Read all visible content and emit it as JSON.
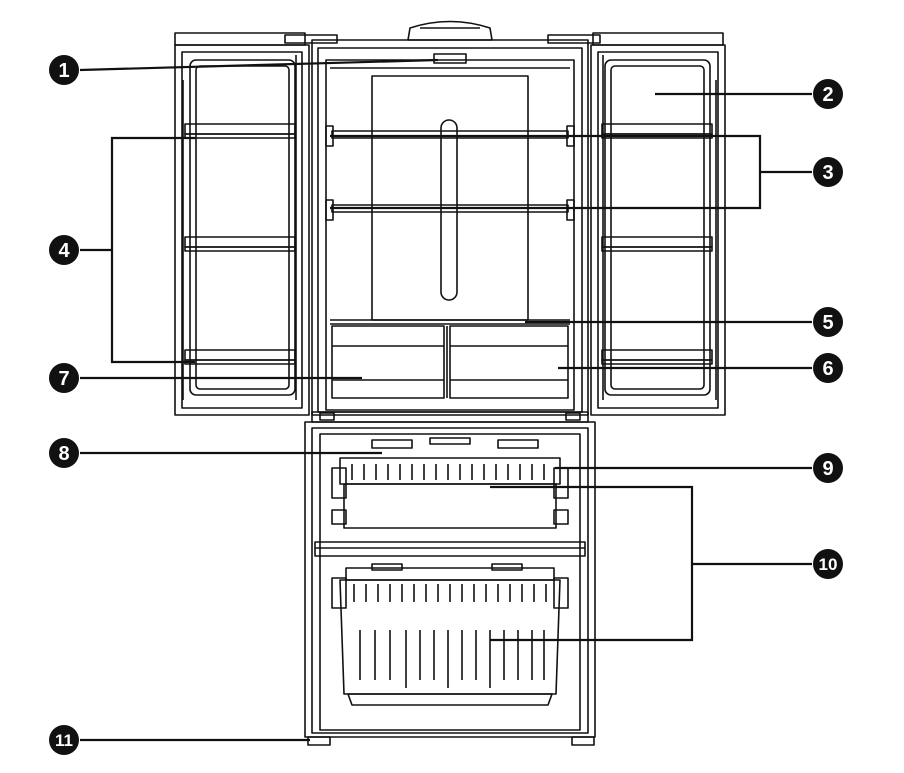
{
  "diagram": {
    "type": "refrigerator-parts-diagram",
    "colors": {
      "ink": "#111111",
      "bg": "#ffffff",
      "badge_text": "#ffffff"
    },
    "callouts": [
      {
        "id": "c1",
        "label": "1"
      },
      {
        "id": "c2",
        "label": "2"
      },
      {
        "id": "c3",
        "label": "3"
      },
      {
        "id": "c4",
        "label": "4"
      },
      {
        "id": "c5",
        "label": "5"
      },
      {
        "id": "c6",
        "label": "6"
      },
      {
        "id": "c7",
        "label": "7"
      },
      {
        "id": "c8",
        "label": "8"
      },
      {
        "id": "c9",
        "label": "9"
      },
      {
        "id": "c10",
        "label": "10"
      },
      {
        "id": "c11",
        "label": "11"
      }
    ]
  }
}
